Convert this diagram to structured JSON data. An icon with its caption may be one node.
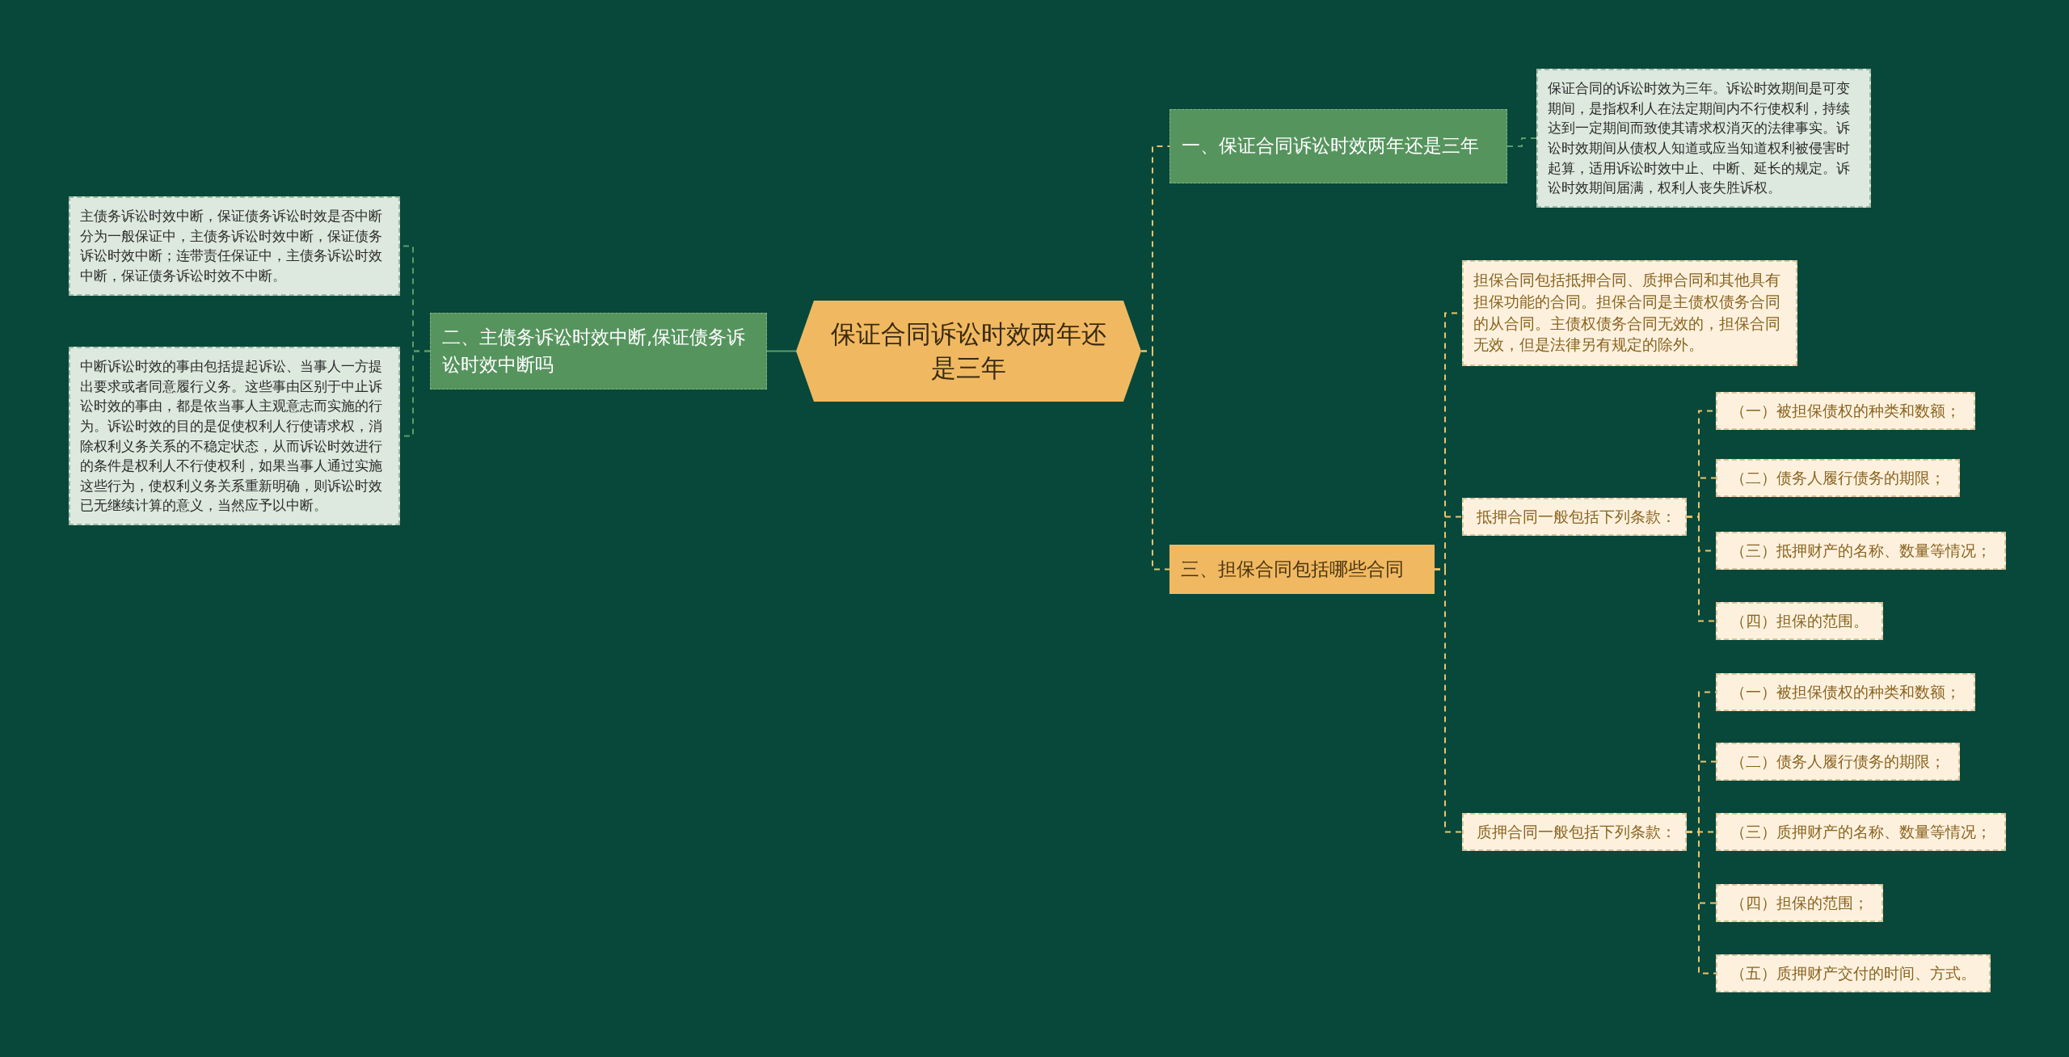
{
  "diagram": {
    "nodes": [
      {
        "text": [
          "保证合同诉讼时效两年还是三年"
        ]
      },
      {
        "text": [
          "一、保证合同诉讼时效两年还是三年"
        ]
      },
      {
        "text": [
          "保证合同的诉讼时效为三年。诉讼时效期间是可变期间，是指权利人在法定期间内不行使权利，持续达到一定期间而致使其请求权消灭的法律事实。诉讼时效期间从债权人知道或应当知道权利被侵害时起算，适用诉讼时效中止、中断、延长的规定。诉讼时效期间届满，权利人丧失胜诉权。"
        ]
      },
      {
        "text": [
          "二、主债务诉讼时效中断,保证债务诉讼时效中断吗"
        ]
      },
      {
        "text": [
          "主债务诉讼时效中断，保证债务诉讼时效是否中断分为一般保证中，主债务诉讼时效中断，保证债务诉讼时效中断；连带责任保证中，主债务诉讼时效中断，保证债务诉讼时效不中断。"
        ]
      },
      {
        "text": [
          "中断诉讼时效的事由包括提起诉讼、当事人一方提出要求或者同意履行义务。这些事由区别于中止诉讼时效的事由，都是依当事人主观意志而实施的行为。诉讼时效的目的是促使权利人行使请求权，消除权利义务关系的不稳定状态，从而诉讼时效进行的条件是权利人不行使权利，如果当事人通过实施这些行为，使权利义务关系重新明确，则诉讼时效已无继续计算的意义，当然应予以中断。"
        ]
      },
      {
        "text": [
          "三、担保合同包括哪些合同"
        ]
      },
      {
        "text": [
          "担保合同包括抵押合同、质押合同和其他具有担保功能的合同。担保合同是主债权债务合同的从合同。主债权债务合同无效的，担保合同无效，但是法律另有规定的除外。"
        ]
      },
      {
        "text": [
          "抵押合同一般包括下列条款："
        ]
      },
      {
        "text": [
          "（一）被担保债权的种类和数额；"
        ]
      },
      {
        "text": [
          "（二）债务人履行债务的期限；"
        ]
      },
      {
        "text": [
          "（三）抵押财产的名称、数量等情况；"
        ]
      },
      {
        "text": [
          "（四）担保的范围。"
        ]
      },
      {
        "text": [
          "质押合同一般包括下列条款："
        ]
      },
      {
        "text": [
          "（一）被担保债权的种类和数额；"
        ]
      },
      {
        "text": [
          "（二）债务人履行债务的期限；"
        ]
      },
      {
        "text": [
          "（三）质押财产的名称、数量等情况；"
        ]
      },
      {
        "text": [
          "（四）担保的范围；"
        ]
      },
      {
        "text": [
          "（五）质押财产交付的时间、方式。"
        ]
      }
    ],
    "edges": [
      {
        "from": 0,
        "to": 1,
        "arrow": "none",
        "style": "dashed"
      },
      {
        "from": 1,
        "to": 2,
        "arrow": "none",
        "style": "dashed",
        "color": "#5d9c68"
      },
      {
        "from": 0,
        "to": 3,
        "arrow": "none",
        "color": "#5d9c68"
      },
      {
        "from": 3,
        "to": 4,
        "arrow": "none",
        "style": "dashed",
        "color": "#5d9c68"
      },
      {
        "from": 3,
        "to": 5,
        "arrow": "none",
        "style": "dashed",
        "color": "#5d9c68"
      },
      {
        "from": 0,
        "to": 6,
        "arrow": "none",
        "style": "dashed"
      },
      {
        "from": 6,
        "to": 7,
        "arrow": "none",
        "style": "dashed"
      },
      {
        "from": 6,
        "to": 8,
        "arrow": "none",
        "style": "dashed"
      },
      {
        "from": 8,
        "to": 9,
        "arrow": "none",
        "style": "dashed"
      },
      {
        "from": 8,
        "to": 10,
        "arrow": "none",
        "style": "dashed"
      },
      {
        "from": 8,
        "to": 11,
        "arrow": "none",
        "style": "dashed"
      },
      {
        "from": 8,
        "to": 12,
        "arrow": "none",
        "style": "dashed"
      },
      {
        "from": 6,
        "to": 13,
        "arrow": "none",
        "style": "dashed"
      },
      {
        "from": 13,
        "to": 14,
        "arrow": "none",
        "style": "dashed"
      },
      {
        "from": 13,
        "to": 15,
        "arrow": "none",
        "style": "dashed"
      },
      {
        "from": 13,
        "to": 16,
        "arrow": "none",
        "style": "dashed"
      },
      {
        "from": 13,
        "to": 17,
        "arrow": "none",
        "style": "dashed"
      },
      {
        "from": 13,
        "to": 18,
        "arrow": "none",
        "style": "dashed"
      }
    ]
  }
}
